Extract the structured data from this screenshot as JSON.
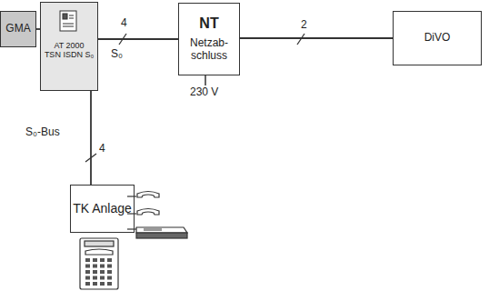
{
  "diagram": {
    "nodes": [
      {
        "text": [
          "GMA"
        ]
      },
      {
        "text": [
          "AT 2000",
          "TSN ISDN S₀"
        ]
      },
      {
        "text": [
          "NT",
          "Netzab-schluss"
        ]
      },
      {
        "text": [
          "DiVO"
        ]
      },
      {
        "text": [
          "TK Anlage"
        ]
      }
    ],
    "edges": [
      {
        "from": 0,
        "to": 1,
        "arrow": "none"
      },
      {
        "from": 1,
        "to": 2,
        "arrow": "none"
      },
      {
        "from": 2,
        "to": 3,
        "arrow": "none"
      },
      {
        "from": 1,
        "to": 4,
        "arrow": "none"
      }
    ],
    "labels": [
      "4",
      "S₀",
      "2",
      "230 V",
      "S₀-Bus",
      "4"
    ]
  }
}
